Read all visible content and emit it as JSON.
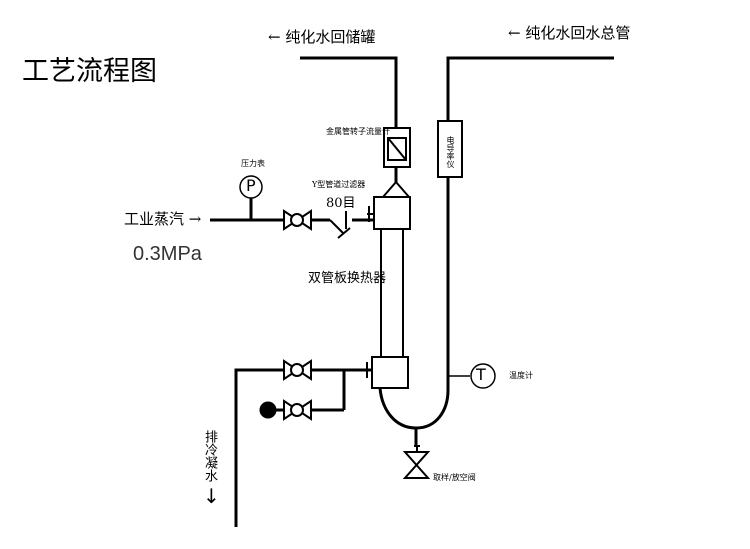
{
  "title": "工艺流程图",
  "labels": {
    "storage_tank": "纯化水回储罐",
    "main_pipe": "纯化水回水总管",
    "flowmeter": "金属管转子流量计",
    "conductivity": "电导率仪",
    "pressure_gauge": "压力表",
    "y_filter": "Y型管道过滤器",
    "mesh": "80目",
    "steam_inlet": "工业蒸汽",
    "pressure_value": "0.3MPa",
    "heat_exchanger": "双管板换热器",
    "thermometer": "温度计",
    "condensate": "排冷凝水",
    "sampling_valve": "取样/放空阀"
  },
  "symbols": {
    "pressure_gauge_letter": "P",
    "thermometer_letter": "T"
  },
  "arrows": {
    "left": "←",
    "right": "→",
    "down": "↓"
  }
}
